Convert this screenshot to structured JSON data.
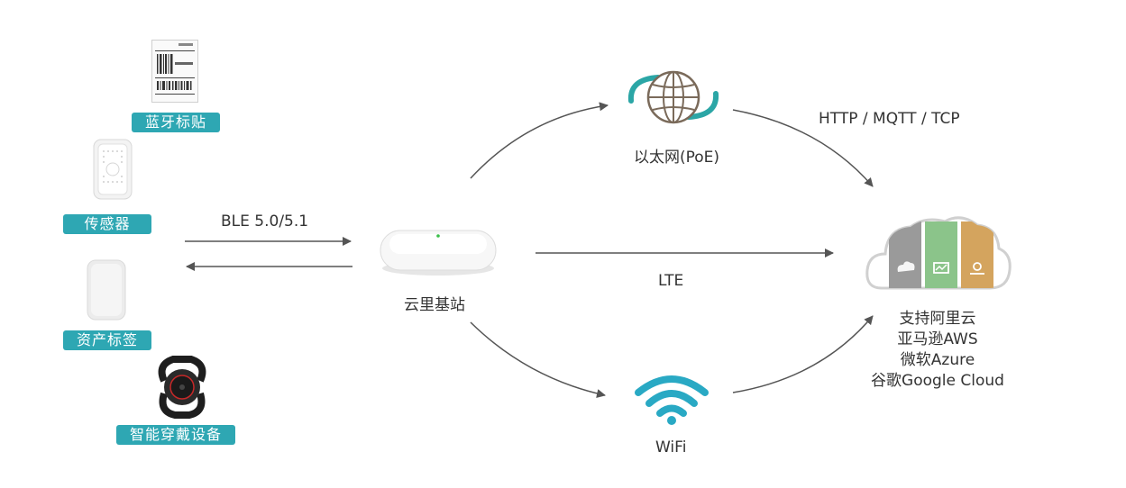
{
  "devices": {
    "bluetooth_label": "蓝牙标贴",
    "sensor_label": "传感器",
    "asset_tag_label": "资产标签",
    "wearable_label": "智能穿戴设备"
  },
  "ble_label": "BLE 5.0/5.1",
  "gateway_label": "云里基站",
  "ethernet_label": "以太网(PoE)",
  "protocols_label": "HTTP / MQTT / TCP",
  "lte_label": "LTE",
  "wifi_label": "WiFi",
  "cloud": {
    "line1": "支持阿里云",
    "line2": "亚马逊AWS",
    "line3": "微软Azure",
    "line4": "谷歌Google Cloud"
  },
  "colors": {
    "tag_bg": "#2ea7b3",
    "arrow": "#555555",
    "wifi": "#29a9c4",
    "cloud_gray": "#9a9a9a",
    "cloud_green": "#8bc48a",
    "cloud_orange": "#d4a45e"
  }
}
